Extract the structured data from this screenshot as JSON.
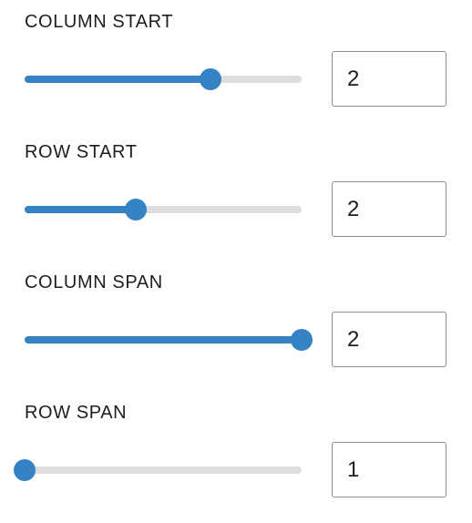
{
  "controls": [
    {
      "id": "column-start",
      "label": "COLUMN START",
      "value": "2",
      "fraction": 0.67
    },
    {
      "id": "row-start",
      "label": "ROW START",
      "value": "2",
      "fraction": 0.4
    },
    {
      "id": "column-span",
      "label": "COLUMN SPAN",
      "value": "2",
      "fraction": 1.0
    },
    {
      "id": "row-span",
      "label": "ROW SPAN",
      "value": "1",
      "fraction": 0.0
    }
  ],
  "colors": {
    "accent": "#3582c4",
    "rail": "#dddddd",
    "input_border": "#8c8c8c",
    "text": "#1e1e1e"
  }
}
